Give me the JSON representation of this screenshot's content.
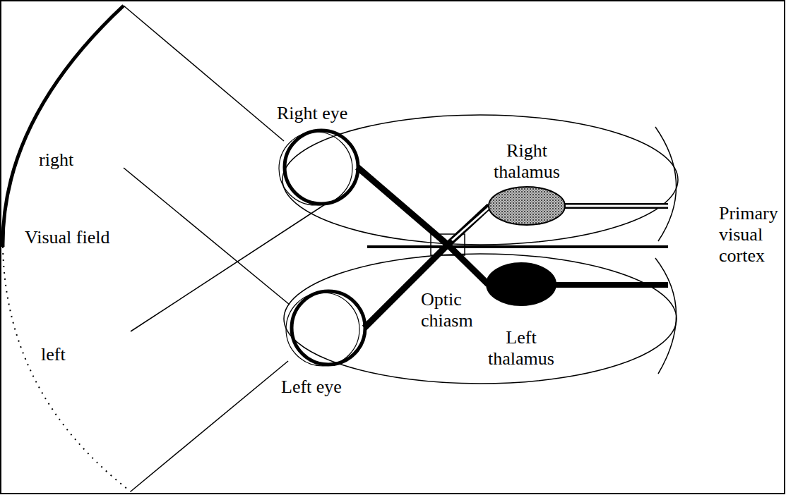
{
  "diagram": {
    "nodes": [
      {
        "text": [
          "Right eye"
        ]
      },
      {
        "text": [
          "Right thalamus"
        ]
      },
      {
        "text": [
          "Left eye"
        ]
      },
      {
        "text": [
          "Left thalamus"
        ]
      }
    ],
    "edges": [
      {
        "from": 0,
        "to": 3,
        "arrow": "none"
      },
      {
        "from": 2,
        "to": 1,
        "arrow": "none"
      }
    ],
    "labels": [
      "right",
      "Visual field",
      "left",
      "Optic chiasm",
      "Primary visual cortex"
    ]
  }
}
